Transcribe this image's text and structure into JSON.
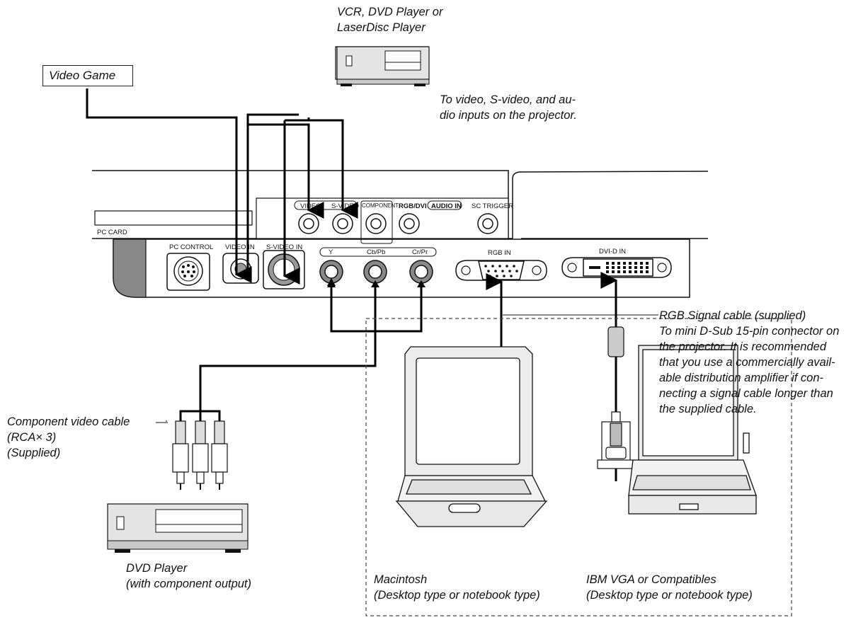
{
  "labels": {
    "video_game": "Video Game",
    "vcr": "VCR, DVD Player or\nLaserDisc Player",
    "to_video": "To video, S-video, and au-\ndio inputs on the projector.",
    "rgb_cable": "RGB Signal cable (supplied)\nTo mini D-Sub 15-pin connector on\nthe projector. It is recommended\nthat you use a commercially avail-\nable distribution amplifier if con-\nnecting a signal cable longer than\nthe supplied cable.",
    "component_cable": "Component video cable\n(RCA× 3)\n(Supplied)",
    "dvd_player": "DVD Player\n(with component output)",
    "macintosh": "Macintosh\n(Desktop type or notebook type)",
    "ibm": "IBM VGA or Compatibles\n(Desktop type or notebook type)"
  },
  "panel": {
    "pc_card": "PC CARD",
    "pc_control": "PC CONTROL",
    "video_in": "VIDEO IN",
    "s_video_in": "S-VIDEO IN",
    "video": "VIDEO",
    "s_video": "S-VIDEO",
    "component": "COMPONENT",
    "rgb_dvi": "RGB/DVI",
    "audio_in": "AUDIO IN",
    "sc_trigger": "SC TRIGGER",
    "y": "Y",
    "cb_pb": "Cb/Pb",
    "cr_pr": "Cr/Pr",
    "rgb_in": "RGB IN",
    "dvi_d_in": "DVI-D IN"
  }
}
